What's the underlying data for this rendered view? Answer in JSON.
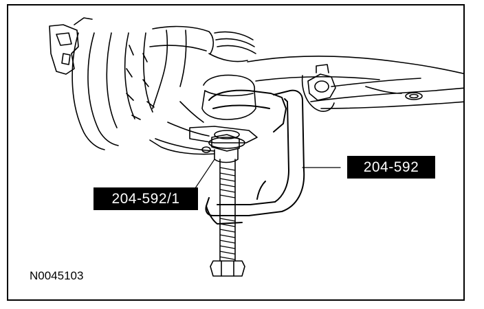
{
  "figure": {
    "callouts": [
      {
        "id": "tool-main",
        "label": "204-592"
      },
      {
        "id": "tool-sub",
        "label": "204-592/1"
      }
    ],
    "figure_number": "N0045103"
  },
  "colors": {
    "ink": "#000000",
    "paper": "#ffffff"
  }
}
